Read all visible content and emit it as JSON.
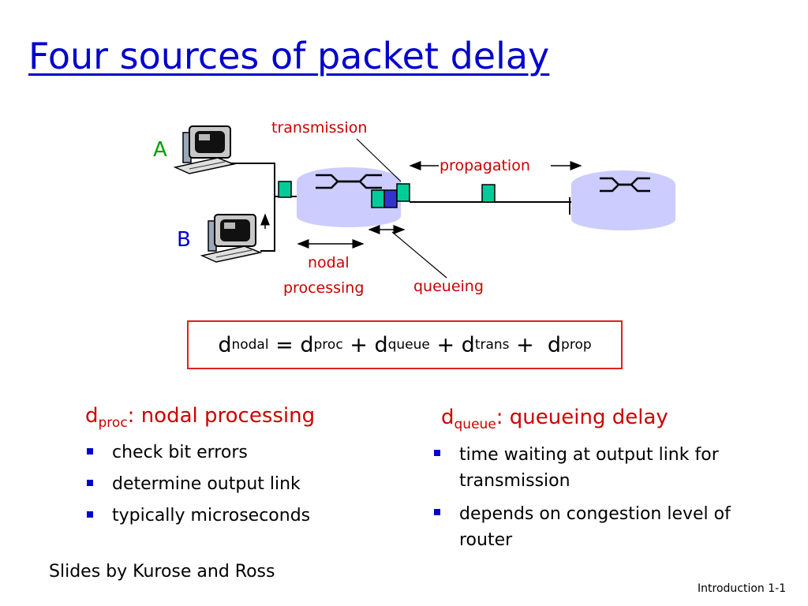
{
  "title": "Four sources of packet delay",
  "diagram": {
    "label_transmission": "transmission",
    "label_propagation": "propagation",
    "label_nodal": "nodal",
    "label_processing": "processing",
    "label_queueing": "queueing",
    "host_a": "A",
    "host_b": "B"
  },
  "formula": {
    "d1": "d",
    "sub_nodal": "nodal",
    "eq": " = ",
    "d2": "d",
    "sub_proc": "proc",
    "plus1": " + ",
    "d3": "d",
    "sub_queue": "queue",
    "plus2": " + ",
    "d4": "d",
    "sub_trans": "trans",
    "plus3": " +  ",
    "d5": "d",
    "sub_prop": "prop"
  },
  "left_column": {
    "heading_d": "d",
    "heading_sub": "proc",
    "heading_rest": ": nodal processing",
    "items": [
      "check bit errors",
      "determine output link",
      "typically microseconds"
    ]
  },
  "right_column": {
    "heading_d": "d",
    "heading_sub": "queue",
    "heading_rest": ": queueing delay",
    "items": [
      "time waiting at output link for transmission",
      "depends on congestion level of router"
    ]
  },
  "credit": "Slides by Kurose and Ross",
  "footer": "Introduction 1-1",
  "colors": {
    "title": "#0000cc",
    "labels": "#cc0000",
    "router_fill": "#ccccff",
    "packet_fill": "#00cc99",
    "queued_packet_fill": "#3333cc"
  }
}
